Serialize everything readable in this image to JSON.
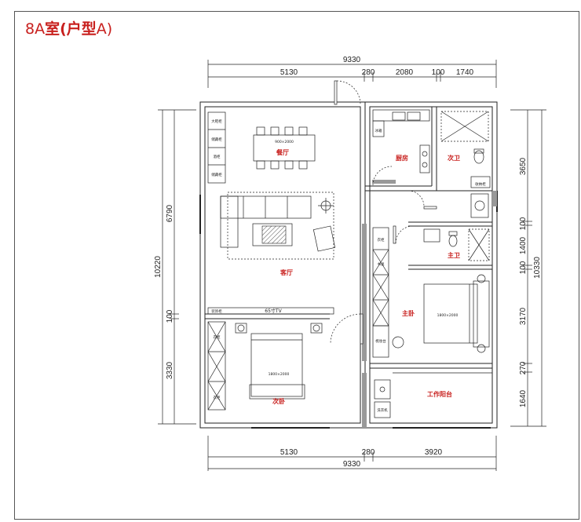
{
  "title": {
    "prefix": "8A",
    "bold": "室(户型",
    "suffix": "A)"
  },
  "dims": {
    "top_total": "9330",
    "top_parts": [
      "5130",
      "280",
      "2080",
      "100",
      "1740"
    ],
    "bottom_parts": [
      "5130",
      "280",
      "3920"
    ],
    "bottom_total": "9330",
    "left_total": "10220",
    "left_parts": [
      "6790",
      "100",
      "3330"
    ],
    "right_total": "10330",
    "right_parts": [
      "3650",
      "100",
      "1400",
      "100",
      "3170",
      "270",
      "1640"
    ]
  },
  "rooms": {
    "dining": "餐厅",
    "kitchen": "厨房",
    "second_bath": "次卫",
    "master_bath": "主卫",
    "living": "客厅",
    "master_bed": "主卧",
    "second_bed": "次卧",
    "work_balcony": "工作阳台"
  },
  "fixtures": {
    "table": "900×2000",
    "bed_master": "1800×2000",
    "bed_second": "1800×2000",
    "tv": "65寸TV",
    "tv_cabinet": "装饰柜",
    "shoes": "大鞋柜",
    "cab1": "储藏柜",
    "cab2": "储藏柜",
    "cab3": "酒柜",
    "wardrobe_a": "衣柜",
    "wardrobe_b": "衣柜",
    "wardrobe_c": "衣柜",
    "desk": "书桌",
    "storage_tall": "收纳柜",
    "washer": "洗衣机",
    "fridge": "冰箱",
    "dresser": "梳妆台"
  }
}
